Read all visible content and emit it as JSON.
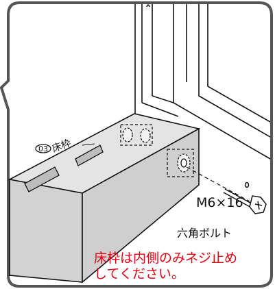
{
  "part": {
    "number": "03",
    "name": "床枠"
  },
  "bolt": {
    "size": "M6×16",
    "type": "六角ボルト"
  },
  "note": {
    "line1": "床枠は内側のみネジ止め",
    "line2": "してください。",
    "color": "#e60012"
  },
  "colors": {
    "frame_fill": "#d9d9d9",
    "stroke": "#111111",
    "note": "#e60012"
  }
}
